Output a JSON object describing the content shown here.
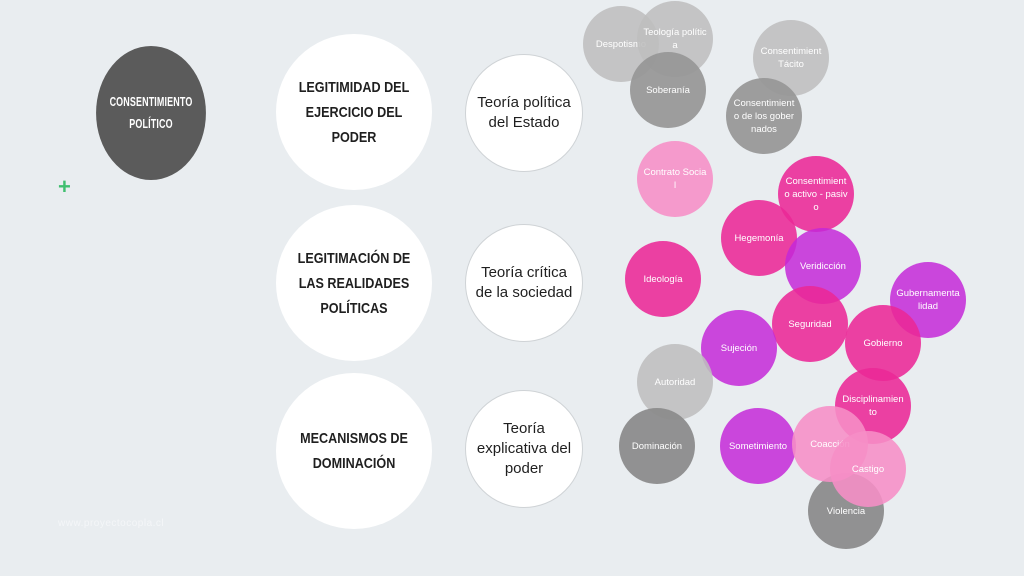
{
  "main": {
    "label": "CONSENTIMIENTO POLÍTICO"
  },
  "concepts": [
    {
      "label": "LEGITIMIDAD DEL EJERCICIO DEL PODER"
    },
    {
      "label": "LEGITIMACIÓN DE LAS REALIDADES POLÍTICAS"
    },
    {
      "label": "MECANISMOS DE DOMINACIÓN"
    }
  ],
  "theories": [
    {
      "label": "Teoría política del Estado"
    },
    {
      "label": "Teoría crítica de la sociedad"
    },
    {
      "label": "Teoría explicativa del poder"
    }
  ],
  "bubbles": {
    "despotismo": "Despotismo",
    "teologia_politica": "Teología política",
    "soberania": "Soberanía",
    "consentimiento_tacito": "Consentimient Tácito",
    "consentimiento_gobernados": "Consentimient o de los gobernados",
    "contrato_social": "Contrato Social",
    "consentimiento_activo_pasivo": "Consentimient o activo - pasivo",
    "hegemonia": "Hegemonía",
    "ideologia": "Ideología",
    "veridiccion": "Veridicción",
    "gubernamentalidad": "Gubernamenta lidad",
    "seguridad": "Seguridad",
    "gobierno": "Gobierno",
    "sujecion": "Sujeción",
    "autoridad": "Autoridad",
    "disciplinamiento": "Disciplinamien to",
    "dominacion": "Dominación",
    "sometimiento": "Sometimiento",
    "coaccion": "Coacción",
    "castigo": "Castigo",
    "violencia": "Violencia"
  },
  "decorations": {
    "plus_symbol": "+"
  },
  "footer": {
    "text": "www.proyectocopla.cl"
  },
  "colors": {
    "background": "#e9edf0",
    "main_circle": "#5b5b5b",
    "plus": "#3fbf6f",
    "gray_light": "#bebebe",
    "gray_dark": "#8c8c8c",
    "pink_light": "#f68ec6",
    "magenta": "#ea2896",
    "violet": "#c428d8"
  }
}
